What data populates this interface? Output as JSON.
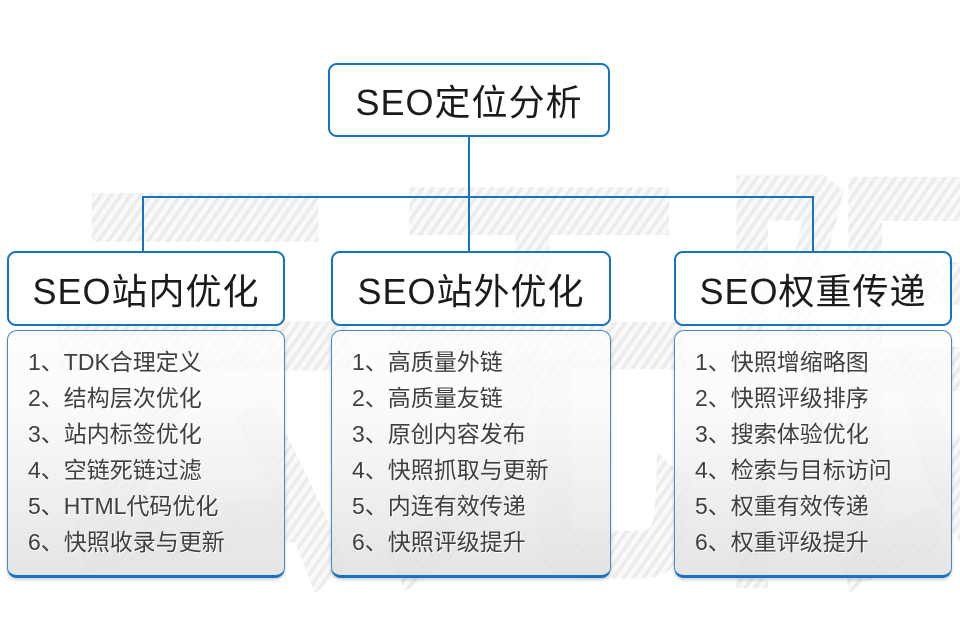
{
  "colors": {
    "accent_blue": "#1473c2",
    "header_text": "#1b1b1b",
    "list_text": "#3f3f3f",
    "panel_gray": "#e0e0e0"
  },
  "watermark": {
    "text": "云无限"
  },
  "root": {
    "title": "SEO定位分析"
  },
  "columns": [
    {
      "id": "onsite",
      "title": "SEO站内优化",
      "items": [
        "1、TDK合理定义",
        "2、结构层次优化",
        "3、站内标签优化",
        "4、空链死链过滤",
        "5、HTML代码优化",
        "6、快照收录与更新"
      ]
    },
    {
      "id": "offsite",
      "title": "SEO站外优化",
      "items": [
        "1、高质量外链",
        "2、高质量友链",
        "3、原创内容发布",
        "4、快照抓取与更新",
        "5、内连有效传递",
        "6、快照评级提升"
      ]
    },
    {
      "id": "weight",
      "title": "SEO权重传递",
      "items": [
        "1、快照增缩略图",
        "2、快照评级排序",
        "3、搜索体验优化",
        "4、检索与目标访问",
        "5、权重有效传递",
        "6、权重评级提升"
      ]
    }
  ]
}
